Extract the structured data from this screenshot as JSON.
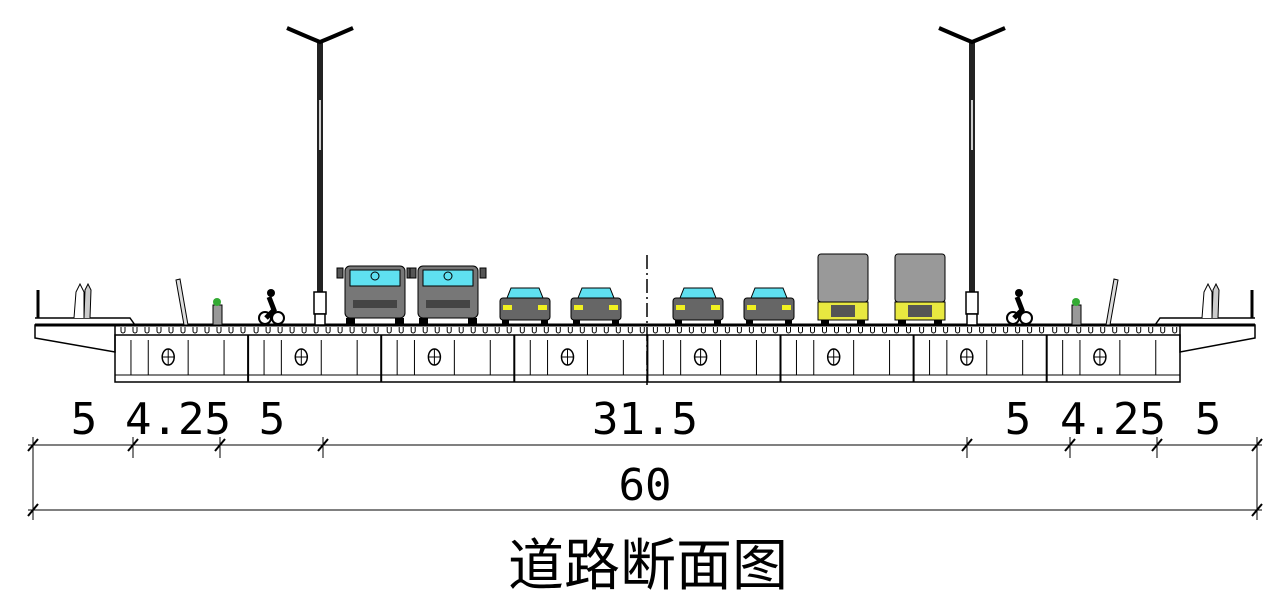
{
  "title": "道路断面图",
  "dimensions": {
    "segments": [
      "5",
      "4.25",
      "5",
      "31.5",
      "5",
      "4.25",
      "5"
    ],
    "total": "60"
  },
  "colors": {
    "windshield": "#5fe0f0",
    "headlight": "#f0f020",
    "truck_bumper": "#e8e840",
    "planter": "#33aa33",
    "body_gray": "#888888"
  }
}
